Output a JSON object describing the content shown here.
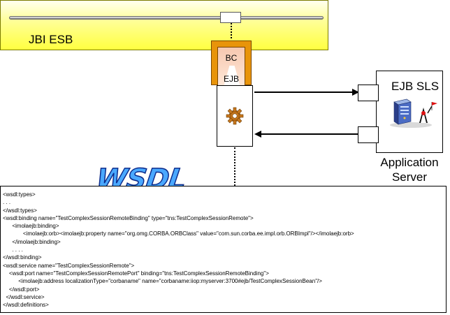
{
  "esb": {
    "label": "JBI ESB"
  },
  "bc": {
    "label": "BC"
  },
  "ejb": {
    "label": "EJB"
  },
  "app_server": {
    "sls_label": "EJB SLS",
    "label_line1": "Application",
    "label_line2": "Server"
  },
  "wsdl": {
    "logo_text": "WSDL",
    "lines": [
      "<wsdl:types>",
      ". . .",
      "</wsdl:types>",
      "<wsdl:binding name=\"TestComplexSessionRemoteBinding\" type=\"tns:TestComplexSessionRemote\">",
      "      <imolaejb:binding>",
      "             <imolaejb:orb><imolaejb:property name=\"org.omg.CORBA.ORBClass\" value=\"com.sun.corba.ee.impl.orb.ORBImpl\"/></imolaejb:orb>",
      "      </imolaejb:binding>",
      "      . . . .",
      "</wsdl:binding>",
      "<wsdl:service name=\"TestComplexSessionRemote\">",
      "    <wsdl:port name=\"TestComplexSessionRemotePort\" binding=\"tns:TestComplexSessionRemoteBinding\">",
      "          <imolaejb:address localizationType=\"corbaname\" name=\"corbaname:iiop:myserver:3700#ejb/TestComplexSessionBean\"/>",
      "    </wsdl:port>",
      "  </wsdl:service>",
      "</wsdl:definitions>"
    ]
  },
  "colors": {
    "esb_yellow": "#ffff40",
    "bc_orange": "#e8940a",
    "wsdl_blue": "#4aa8ff",
    "gear_orange": "#c8781e"
  },
  "icons": [
    "gear-icon",
    "server-duke-icon"
  ]
}
